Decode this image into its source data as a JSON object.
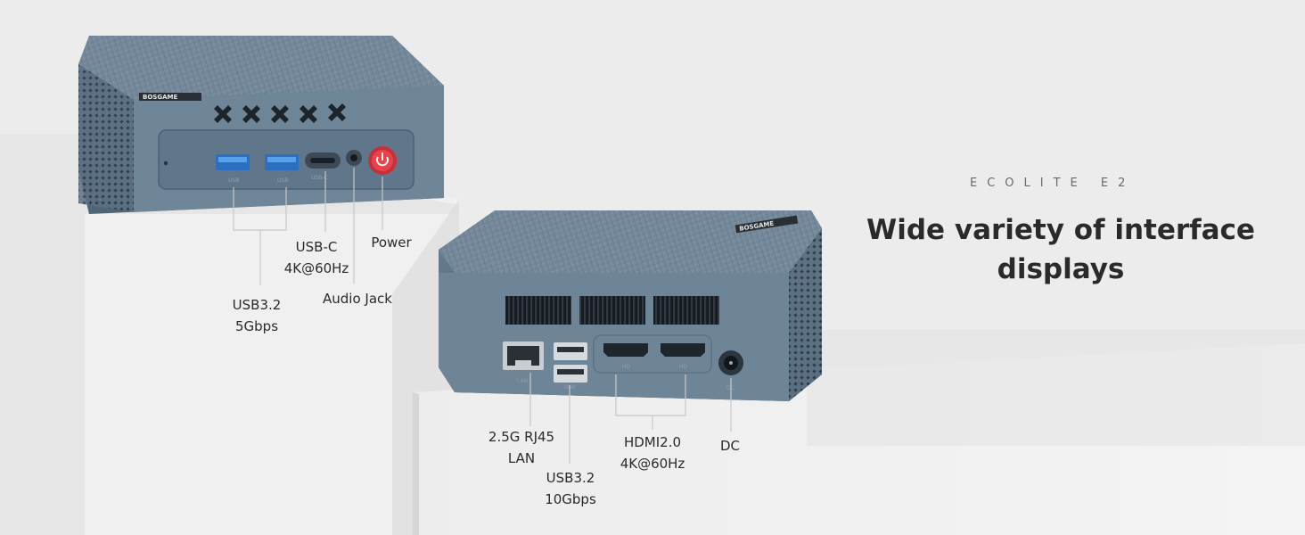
{
  "product": {
    "model_tagline": "ECOLITE E2",
    "headline_line1": "Wide variety of interface",
    "headline_line2": "displays",
    "brand_logo": "BOSGAME"
  },
  "front_ports": {
    "usb_a_label": "USB",
    "usb_c_label": "USB-C",
    "callouts": {
      "usb32": [
        "USB3.2",
        "5Gbps"
      ],
      "usbc": [
        "USB-C",
        "4K@60Hz"
      ],
      "audio": "Audio Jack",
      "power": "Power"
    }
  },
  "rear_ports": {
    "lan_label": "LAN",
    "usb_label": "USB",
    "hd_label": "HD",
    "dc_label": "DC",
    "callouts": {
      "lan": [
        "2.5G RJ45",
        "LAN"
      ],
      "usb32": [
        "USB3.2",
        "10Gbps"
      ],
      "hdmi": [
        "HDMI2.0",
        "4K@60Hz"
      ],
      "dc": "DC"
    }
  },
  "colors": {
    "background": "#ececec",
    "chassis": "#6d8497",
    "chassis_dark": "#4d6273",
    "usb_blue": "#3a86d6",
    "power_red": "#e8434b",
    "text": "#2a2a2a"
  }
}
